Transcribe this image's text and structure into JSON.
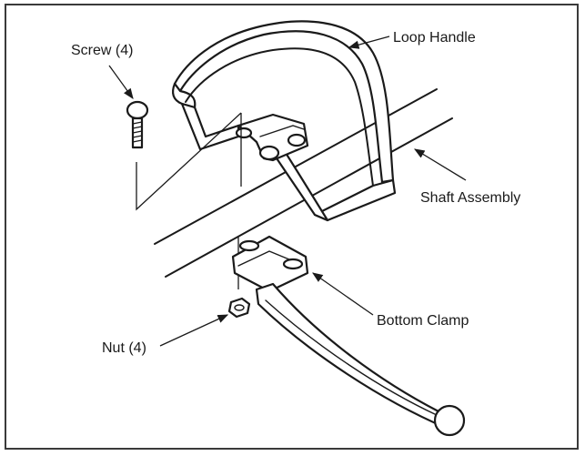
{
  "labels": {
    "screw": "Screw (4)",
    "loop_handle": "Loop Handle",
    "shaft_assembly": "Shaft Assembly",
    "bottom_clamp": "Bottom Clamp",
    "nut": "Nut (4)"
  },
  "colors": {
    "ink": "#1a1a1a",
    "frame": "#3a3a3a",
    "shading": "#b9b9b9",
    "background": "#ffffff"
  }
}
